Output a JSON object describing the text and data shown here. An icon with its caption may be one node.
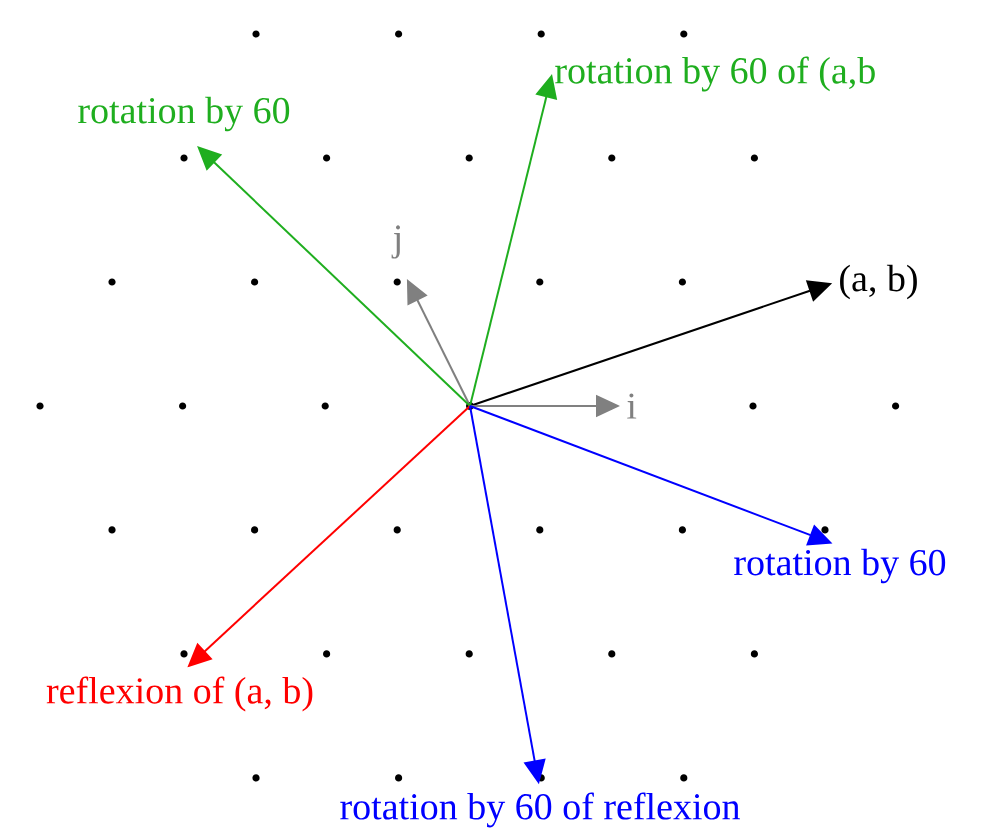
{
  "diagram": {
    "nodes": [
      {
        "text": [],
        "shape": "circle"
      },
      {
        "text": [
          "(a, b)"
        ]
      },
      {
        "text": [
          "i"
        ]
      },
      {
        "text": [
          "j"
        ]
      },
      {
        "text": [
          "rotation by 60"
        ]
      },
      {
        "text": [
          "rotation by 60 of (a,b"
        ]
      },
      {
        "text": [
          "rotation by 60"
        ]
      },
      {
        "text": [
          "reflexion of (a, b)"
        ]
      },
      {
        "text": [
          "rotation by 60 of reflexion"
        ]
      }
    ],
    "edges": [
      {
        "from": 0,
        "to": 1,
        "arrow": "to",
        "color": "#000000"
      },
      {
        "from": 0,
        "to": 2,
        "arrow": "to",
        "color": "#808080"
      },
      {
        "from": 0,
        "to": 3,
        "arrow": "to",
        "color": "#808080"
      },
      {
        "from": 0,
        "to": 4,
        "arrow": "to",
        "color": "#1fae1f"
      },
      {
        "from": 0,
        "to": 5,
        "arrow": "to",
        "color": "#1fae1f"
      },
      {
        "from": 0,
        "to": 6,
        "arrow": "to",
        "color": "#0000ff"
      },
      {
        "from": 0,
        "to": 7,
        "arrow": "to",
        "color": "#ff0000"
      },
      {
        "from": 0,
        "to": 8,
        "arrow": "to",
        "color": "#0000ff"
      }
    ]
  }
}
